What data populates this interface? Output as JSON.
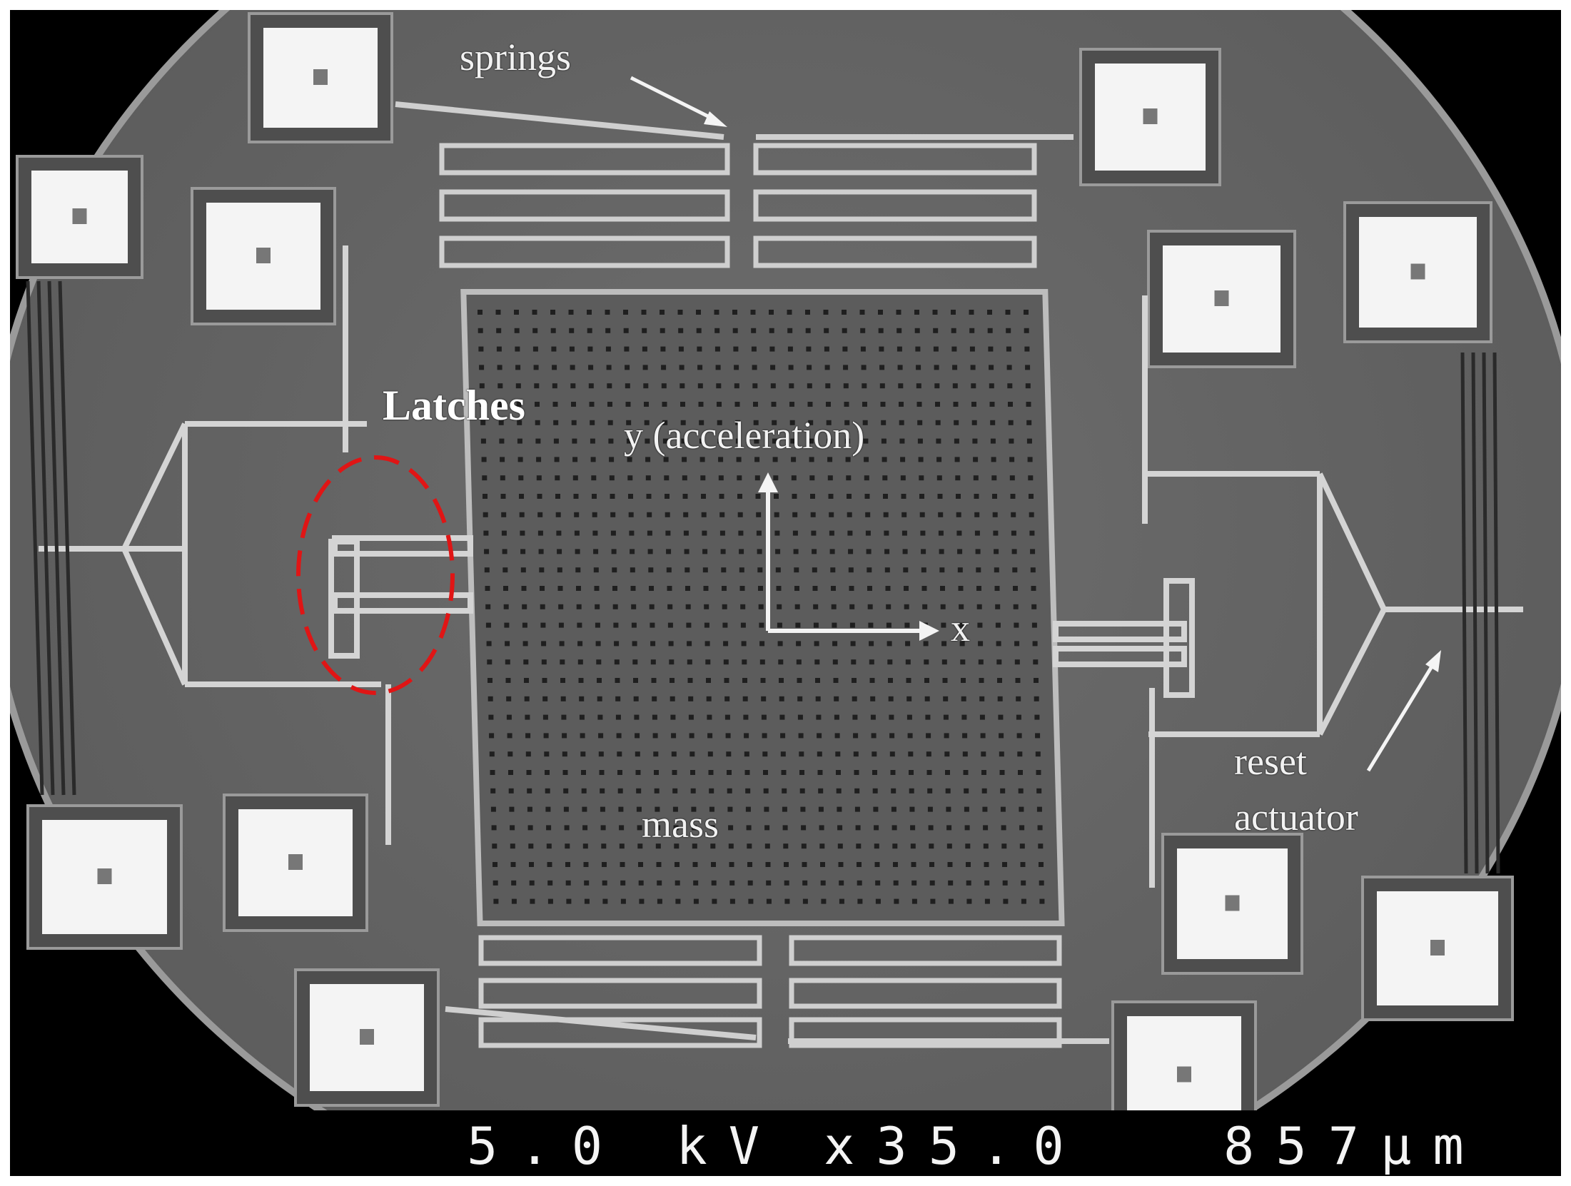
{
  "labels": {
    "springs": "springs",
    "latches": "Latches",
    "y_axis": "y (acceleration)",
    "x_axis": "x",
    "mass": "mass",
    "reset_line1": "reset",
    "reset_line2": "actuator"
  },
  "info_bar": {
    "voltage": "5.0 kV",
    "magnification": "x35.0",
    "scale": "857µm"
  },
  "colors": {
    "background_gray": "#6a6a6a",
    "highlight_red": "#e01515",
    "pad_white": "#f4f4f4"
  }
}
